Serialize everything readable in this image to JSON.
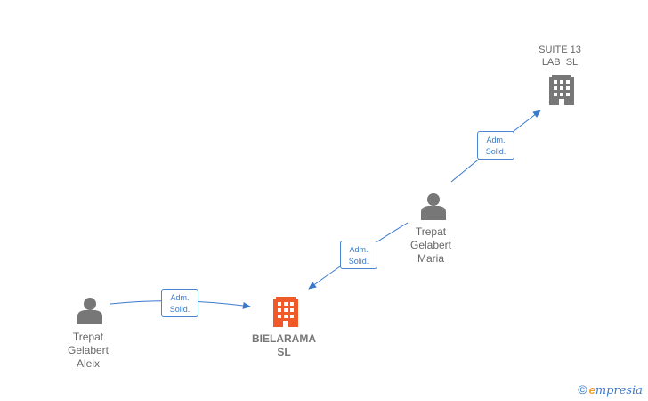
{
  "nodes": {
    "person_aleix": {
      "lines": [
        "Trepat",
        "Gelabert",
        "Aleix"
      ],
      "icon": "person-icon"
    },
    "person_maria": {
      "lines": [
        "Trepat",
        "Gelabert",
        "Maria"
      ],
      "icon": "person-icon"
    },
    "company_bielarama": {
      "lines": [
        "BIELARAMA",
        "SL"
      ],
      "icon": "building-icon",
      "color": "#f05a28"
    },
    "company_suite13": {
      "lines": [
        "SUITE 13",
        "LAB  SL"
      ],
      "icon": "building-icon",
      "color": "#777777"
    }
  },
  "edges": [
    {
      "from": "person_aleix",
      "to": "company_bielarama",
      "label": [
        "Adm.",
        "Solid."
      ]
    },
    {
      "from": "person_maria",
      "to": "company_bielarama",
      "label": [
        "Adm.",
        "Solid."
      ]
    },
    {
      "from": "person_maria",
      "to": "company_suite13",
      "label": [
        "Adm.",
        "Solid."
      ]
    }
  ],
  "colors": {
    "edge": "#3a7acc",
    "person": "#777777",
    "main_company": "#f05a28",
    "company": "#777777"
  },
  "watermark": {
    "copyright": "©",
    "brand_initial": "e",
    "brand_rest": "mpresia"
  }
}
